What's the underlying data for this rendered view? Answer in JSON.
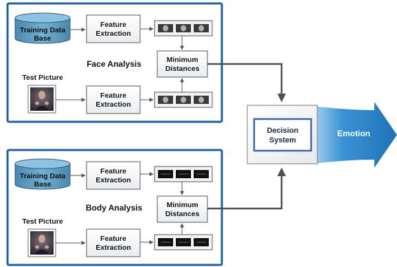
{
  "face_panel": {
    "title": "Face Analysis",
    "database_label_line1": "Training Data",
    "database_label_line2": "Base",
    "test_picture_label": "Test Picture",
    "feature_extraction_top_line1": "Feature",
    "feature_extraction_top_line2": "Extraction",
    "feature_extraction_bottom_line1": "Feature",
    "feature_extraction_bottom_line2": "Extraction",
    "minimum_distances_line1": "Minimum",
    "minimum_distances_line2": "Distances"
  },
  "body_panel": {
    "title": "Body Analysis",
    "database_label_line1": "Training Data",
    "database_label_line2": "Base",
    "test_picture_label": "Test Picture",
    "feature_extraction_top_line1": "Feature",
    "feature_extraction_top_line2": "Extraction",
    "feature_extraction_bottom_line1": "Feature",
    "feature_extraction_bottom_line2": "Extraction",
    "minimum_distances_line1": "Minimum",
    "minimum_distances_line2": "Distances"
  },
  "decision": {
    "label_line1": "Decision",
    "label_line2": "System"
  },
  "output": {
    "label": "Emotion"
  },
  "colors": {
    "panel_border": "#1f5fa8",
    "database_fill": "#5b9bbf",
    "emotion_arrow": "#2e86c8",
    "decision_border": "#3a63a8"
  }
}
